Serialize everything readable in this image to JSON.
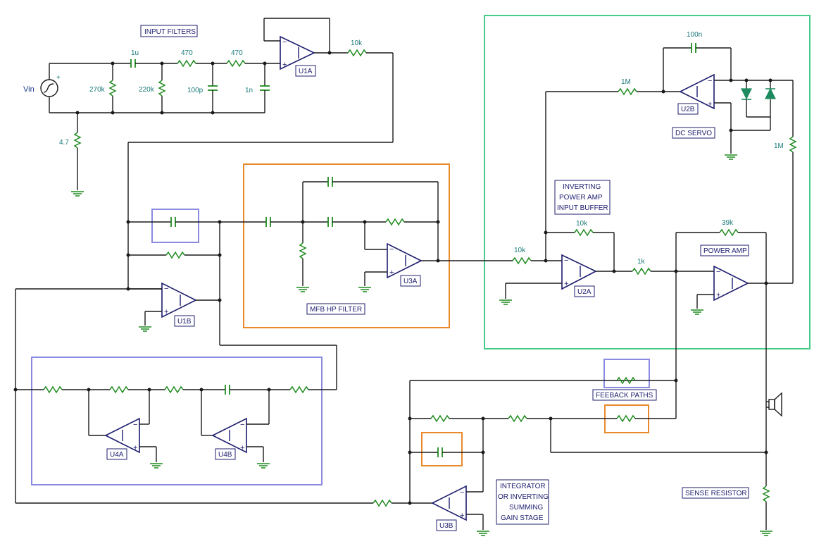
{
  "labels": {
    "input_filters": "INPUT FILTERS",
    "u1a": "U1A",
    "u1b": "U1B",
    "u2a": "U2A",
    "u2b": "U2B",
    "u3a": "U3A",
    "u3b": "U3B",
    "u4a": "U4A",
    "u4b": "U4B",
    "dc_servo": "DC SERVO",
    "inverting_buffer": [
      "INVERTING",
      "POWER AMP",
      "INPUT BUFFER"
    ],
    "power_amp": "POWER AMP",
    "mfb_hp_filter": "MFB HP FILTER",
    "feedback_paths": "FEEBACK PATHS",
    "integrator": [
      "INTEGRATOR",
      "OR INVERTING",
      "SUMMING",
      "GAIN STAGE"
    ],
    "sense_resistor": "SENSE RESISTOR"
  },
  "values": {
    "vin": "Vin",
    "c_1u": "1u",
    "r_270k": "270k",
    "r_220k": "220k",
    "r_470a": "470",
    "r_470b": "470",
    "c_100p": "100p",
    "c_1n": "1n",
    "r_4_7": "4.7",
    "r_10k_u1": "10k",
    "r_1m_top": "1M",
    "c_100n": "100n",
    "r_1m_right": "1M",
    "r_10k_fb": "10k",
    "r_10k_in": "10k",
    "r_1k": "1k",
    "r_39k": "39k"
  }
}
